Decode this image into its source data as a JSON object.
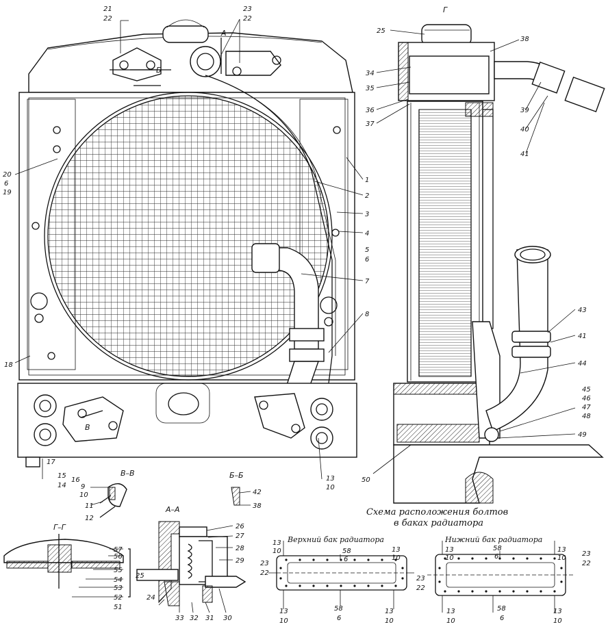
{
  "section_titles": {
    "v_v": "В–В",
    "b_b": "Б–Б",
    "a_a": "А–А",
    "g_g": "Г–Г"
  },
  "caption": {
    "line1": "Схема расположения болтов",
    "line2": "в баках радиатора"
  },
  "tank_upper_title": "Верхний бак радиатора",
  "tank_lower_title": "Нижний бак радиатора",
  "section_marks": {
    "A": "А",
    "B": "Б",
    "V": "В",
    "G": "Г"
  },
  "front_labels": {
    "n21": "21",
    "n22": "22",
    "n23": "23",
    "n22b": "22",
    "n1": "1",
    "n2": "2",
    "n3": "3",
    "n4": "4",
    "n5": "5",
    "n6": "6",
    "n7": "7",
    "n8": "8",
    "n18": "18",
    "n20": "20",
    "n6b": "6",
    "n19": "19",
    "n17": "17",
    "n15": "15",
    "n14": "14",
    "n16": "16",
    "n13": "13",
    "n10": "10"
  },
  "side_labels": {
    "n25": "25",
    "n38": "38",
    "n34": "34",
    "n35": "35",
    "n36": "36",
    "n37": "37",
    "n39": "39",
    "n40": "40",
    "n41": "41",
    "n43": "43",
    "n41b": "41",
    "n44": "44",
    "n45": "45",
    "n46": "46",
    "n47": "47",
    "n48": "48",
    "n49": "49",
    "n50": "50"
  },
  "detail_labels": {
    "n9": "9",
    "n10": "10",
    "n11": "11",
    "n12": "12",
    "n42": "42",
    "n38": "38",
    "n26": "26",
    "n27": "27",
    "n28": "28",
    "n29": "29",
    "n24": "24",
    "n33": "33",
    "n32": "32",
    "n31": "31",
    "n30": "30",
    "n57": "57",
    "n56": "56",
    "n55": "55",
    "n54": "54",
    "n53": "53",
    "n52": "52",
    "n51": "51",
    "n25": "25"
  },
  "bolt_labels": {
    "upper": {
      "n13a": "13",
      "n10a": "10",
      "n58a": "58",
      "n6a": "6",
      "n13b": "13",
      "n10b": "10",
      "n23": "23",
      "n22": "22",
      "n23r": "23",
      "n22r": "22",
      "n13c": "13",
      "n10c": "10",
      "n58b": "58",
      "n6b": "6",
      "n13d": "13",
      "n10d": "10"
    },
    "lower": {
      "n13a": "13",
      "n10a": "10",
      "n58a": "58",
      "n6a": "6",
      "n13b": "13",
      "n10b": "10",
      "n23": "23",
      "n22": "22",
      "n13c": "13",
      "n10c": "10",
      "n58b": "58",
      "n6b": "6",
      "n13d": "13",
      "n10d": "10"
    }
  }
}
